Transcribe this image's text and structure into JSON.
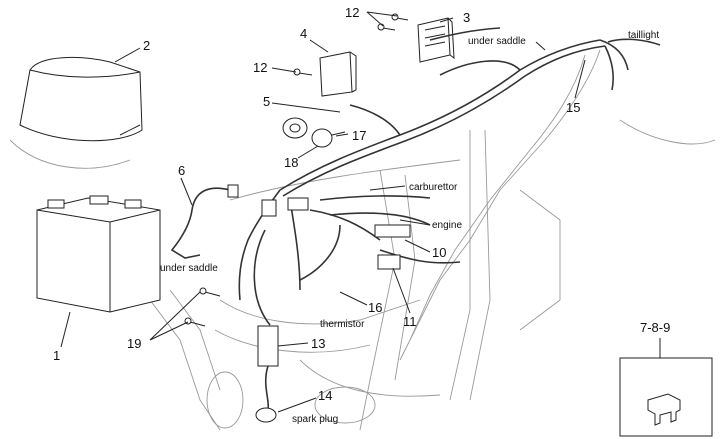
{
  "callouts": {
    "n1": "1",
    "n2": "2",
    "n3": "3",
    "n4": "4",
    "n5": "5",
    "n6": "6",
    "n789": "7-8-9",
    "n10": "10",
    "n11": "11",
    "n12a": "12",
    "n12b": "12",
    "n13": "13",
    "n14": "14",
    "n15": "15",
    "n16": "16",
    "n17": "17",
    "n18": "18",
    "n19": "19"
  },
  "labels": {
    "under_saddle_top": "under saddle",
    "taillight": "taillight",
    "carburettor": "carburettor",
    "engine": "engine",
    "under_saddle_left": "under saddle",
    "thermistor": "thermistor",
    "spark_plug": "spark plug"
  }
}
